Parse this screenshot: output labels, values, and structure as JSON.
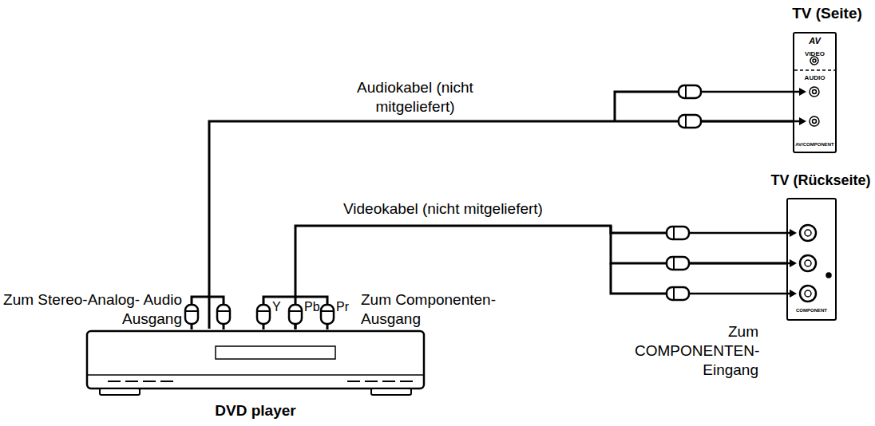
{
  "diagram": {
    "nodes": [
      {
        "text": [
          "TV (Seite)",
          "AV",
          "VIDEO",
          "AUDIO",
          "AV/COMPONENT"
        ]
      },
      {
        "text": [
          "TV (Rückseite)",
          "COMPONENT"
        ]
      },
      {
        "text": [
          "DVD player"
        ]
      }
    ],
    "edges": [
      {
        "from": 2,
        "to": 0,
        "arrow": "none",
        "label": "Audiokabel (nicht mitgeliefert)"
      },
      {
        "from": 2,
        "to": 1,
        "arrow": "none",
        "label": "Videokabel (nicht mitgeliefert)"
      }
    ],
    "labels": [
      "Zum Stereo-Analog- Audio Ausgang",
      "Y",
      "Pb",
      "Pr",
      "Zum Componenten- Ausgang",
      "Zum COMPONENTEN- Eingang"
    ]
  }
}
